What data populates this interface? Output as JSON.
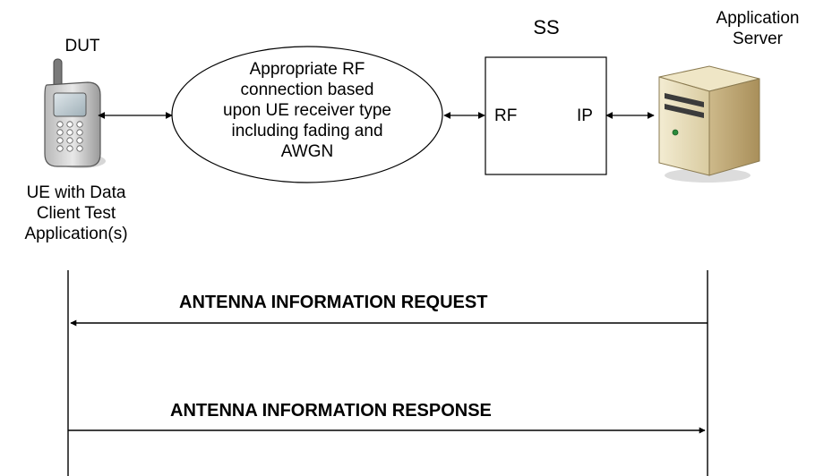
{
  "nodes": {
    "dut": {
      "title": "DUT",
      "caption": [
        "UE with Data",
        "Client Test",
        "Application(s)"
      ]
    },
    "rf_connection": {
      "lines": [
        "Appropriate RF",
        "connection based",
        "upon UE receiver type",
        "including fading and",
        "AWGN"
      ]
    },
    "ss": {
      "title": "SS",
      "port_left": "RF",
      "port_right": "IP"
    },
    "server": {
      "title": [
        "Application",
        "Server"
      ]
    }
  },
  "messages": [
    {
      "label": "ANTENNA INFORMATION REQUEST",
      "direction": "server-to-dut"
    },
    {
      "label": "ANTENNA INFORMATION RESPONSE",
      "direction": "dut-to-server"
    }
  ]
}
